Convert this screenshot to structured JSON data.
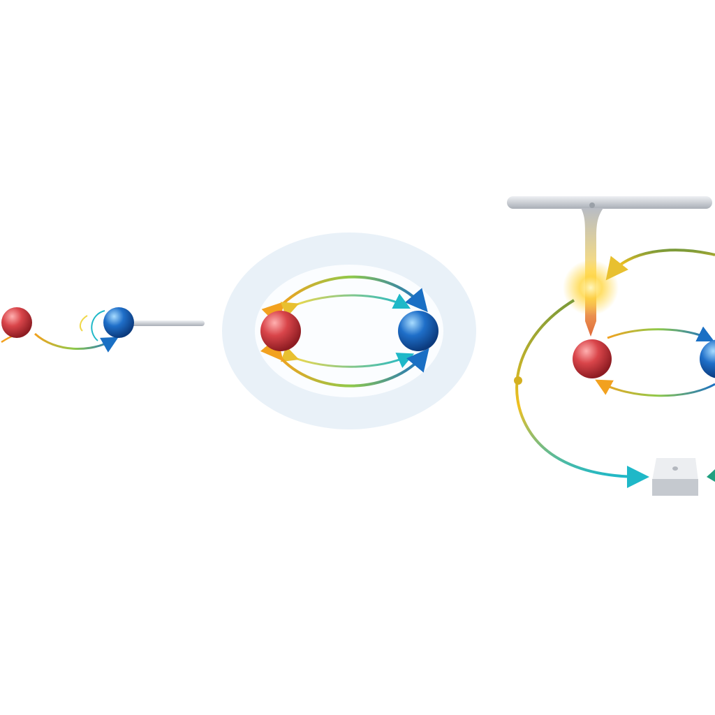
{
  "colors": {
    "background": "#ffffff",
    "red_sphere": "#d9454a",
    "blue_sphere": "#1f6fc9",
    "halo": "#e9f1f8",
    "arrow_orange": "#f2a11f",
    "arrow_yellow": "#f0d84a",
    "arrow_teal": "#1fb8c8",
    "arrow_blue": "#1a6fc4",
    "metal": "#c8ccd2",
    "glow": "#ffd640"
  },
  "icons": [
    "red-sphere",
    "blue-sphere",
    "curved-arrow",
    "metal-rod",
    "t-bar",
    "metal-block",
    "spark-glow"
  ]
}
